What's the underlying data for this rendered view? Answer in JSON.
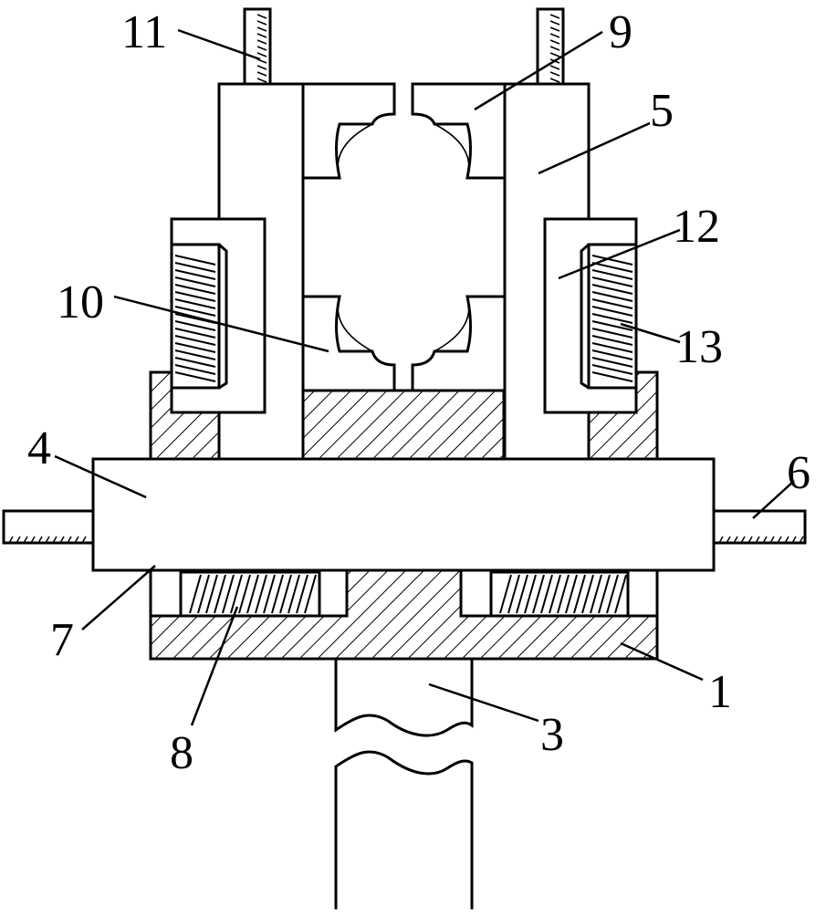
{
  "part_labels": {
    "l1": "1",
    "l3": "3",
    "l4": "4",
    "l5": "5",
    "l6": "6",
    "l7": "7",
    "l8": "8",
    "l9": "9",
    "l10": "10",
    "l11": "11",
    "l12": "12",
    "l13": "13"
  }
}
